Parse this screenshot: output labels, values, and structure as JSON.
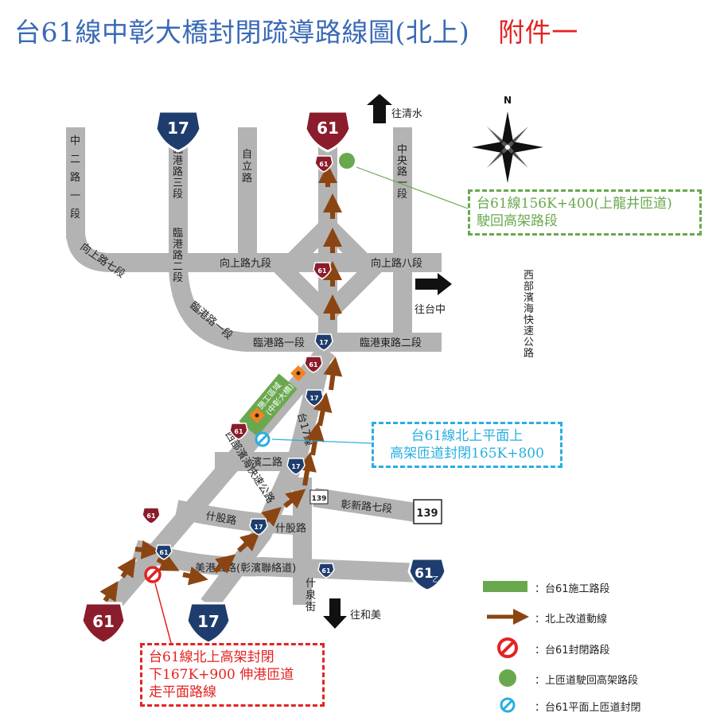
{
  "title": {
    "main": "台61線中彰大橋封閉疏導路線圖(北上)",
    "attachment": "附件一"
  },
  "compass": {
    "north_label": "N"
  },
  "directions": {
    "north": "往清水",
    "east": "往台中",
    "south": "往和美"
  },
  "road_labels": {
    "zhonger_rd_1": [
      "中",
      "二",
      "路",
      "一",
      "段"
    ],
    "lingang_rd_3": [
      "臨",
      "港",
      "路",
      "三",
      "段"
    ],
    "ziyou_rd": [
      "自",
      "立",
      "路"
    ],
    "zhongyang_rd_1": [
      "中",
      "央",
      "路",
      "一",
      "段"
    ],
    "xiangshang_rd_7": "向上路七段",
    "lingang_rd_2": [
      "臨",
      "港",
      "路",
      "二",
      "段"
    ],
    "xiangshang_rd_9": "向上路九段",
    "xiangshang_rd_8": "向上路八段",
    "lingang_rd_1_diag": "臨港路一段",
    "lingang_rd_1": "臨港路一段",
    "lingang_east_rd_2": "臨港東路二段",
    "west_coast_expressway": [
      "西",
      "部",
      "濱",
      "海",
      "快",
      "速",
      "公",
      "路"
    ],
    "west_coast_expressway_sw": "西部濱海快速公路",
    "tai17": "台17線",
    "bin2_rd": "濱二路",
    "changxin_rd_7": "彰新路七段",
    "shigu_rd_1": "什股路",
    "shigu_rd_2": "什股路",
    "meigang_rd": "美港公路(彰濱聯絡道)",
    "shiquan_st": [
      "什",
      "泉",
      "街"
    ],
    "construction_area": [
      "施工區域",
      "(中彰大橋)"
    ]
  },
  "shields": {
    "tai61": "61",
    "tai17": "17",
    "county139": "139",
    "tai61b": "61",
    "tai61b_sub": "乙"
  },
  "notes": {
    "green": [
      "台61線156K+400(上龍井匝道)",
      "駛回高架路段"
    ],
    "blue": [
      "台61線北上平面上",
      "高架匝道封閉165K+800"
    ],
    "red": [
      "台61線北上高架封閉",
      "下167K+900 伸港匝道",
      "走平面路線"
    ]
  },
  "legend": [
    {
      "label": "：台61施工路段",
      "icon": "green-bar-icon"
    },
    {
      "label": "：北上改道動線",
      "icon": "brown-arrow-icon"
    },
    {
      "label": "：台61封閉路段",
      "icon": "no-entry-icon"
    },
    {
      "label": "：上匝道駛回高架路段",
      "icon": "green-dot-icon"
    },
    {
      "label": "：台61平面上匝道封閉",
      "icon": "blue-closure-icon"
    }
  ],
  "colors": {
    "road": "#b3b3b3",
    "detour_arrow": "#8b4513",
    "construction": "#6aa84f",
    "closure_red": "#e32322",
    "ramp_closed_blue": "#2aaee0",
    "title_blue": "#3a6ab5"
  }
}
